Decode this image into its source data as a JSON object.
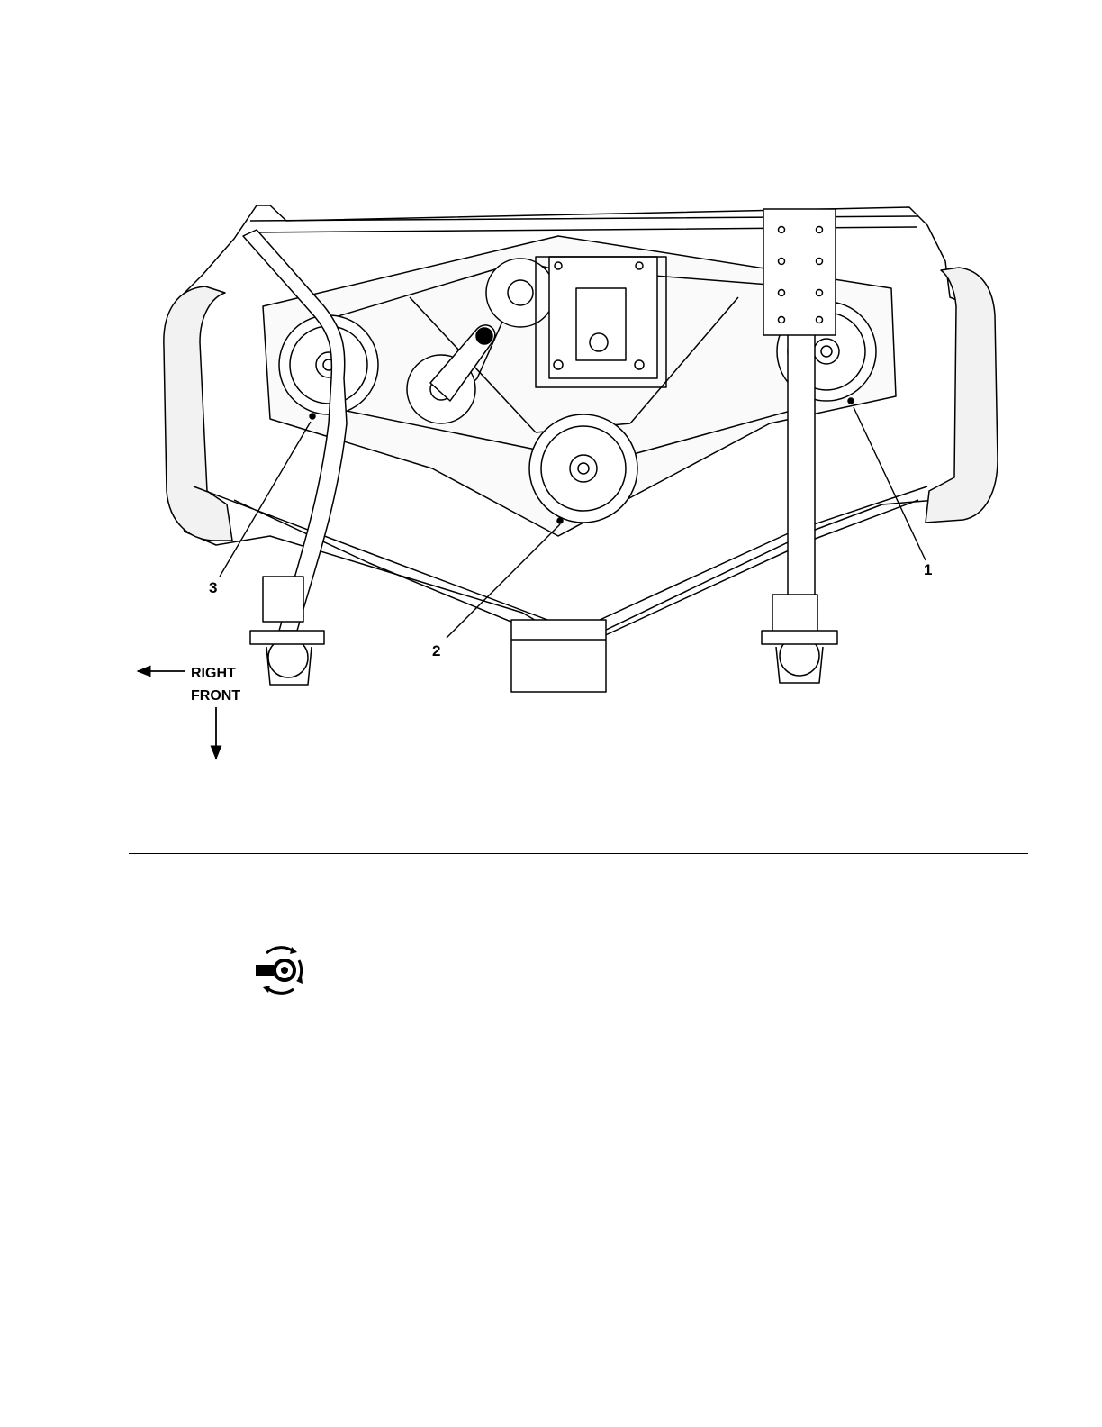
{
  "figure": {
    "callouts": [
      "1",
      "2",
      "3"
    ],
    "direction_labels": {
      "right": "RIGHT",
      "front": "FRONT"
    },
    "icons": [
      "right-arrow-icon",
      "front-arrow-icon",
      "grease-service-icon"
    ]
  },
  "colors": {
    "line": "#000000",
    "paper": "#ffffff",
    "panel_shade": "#f2f2f2"
  }
}
